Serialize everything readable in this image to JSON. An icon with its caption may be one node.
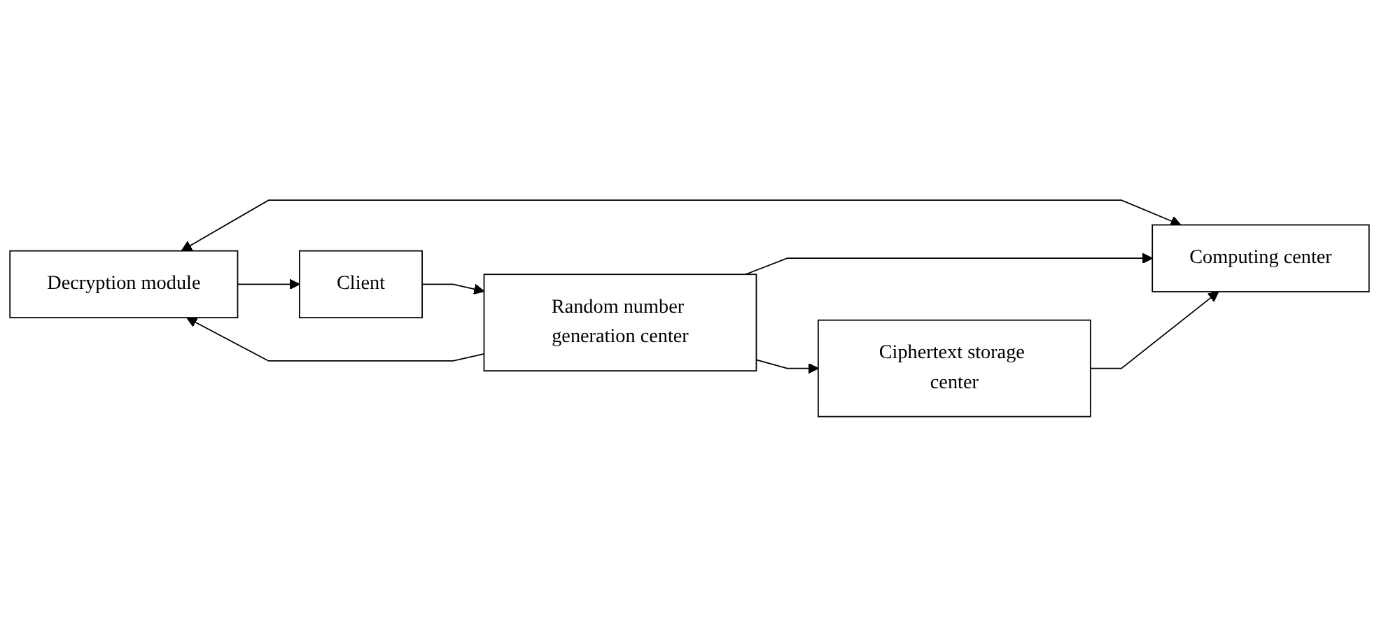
{
  "diagram": {
    "nodes": [
      {
        "text": [
          "Decryption module"
        ]
      },
      {
        "text": [
          "Client"
        ]
      },
      {
        "text": [
          "Random number generation center"
        ]
      },
      {
        "text": [
          "Computing center"
        ]
      },
      {
        "text": [
          "Ciphertext storage center"
        ]
      }
    ],
    "edges": [
      {
        "from": 0,
        "to": 1,
        "arrow": "to"
      },
      {
        "from": 1,
        "to": 2,
        "arrow": "to"
      },
      {
        "from": 2,
        "to": 0,
        "arrow": "to"
      },
      {
        "from": 0,
        "to": 3,
        "arrow": "both"
      },
      {
        "from": 2,
        "to": 3,
        "arrow": "to"
      },
      {
        "from": 2,
        "to": 4,
        "arrow": "to"
      },
      {
        "from": 4,
        "to": 3,
        "arrow": "to"
      }
    ]
  }
}
